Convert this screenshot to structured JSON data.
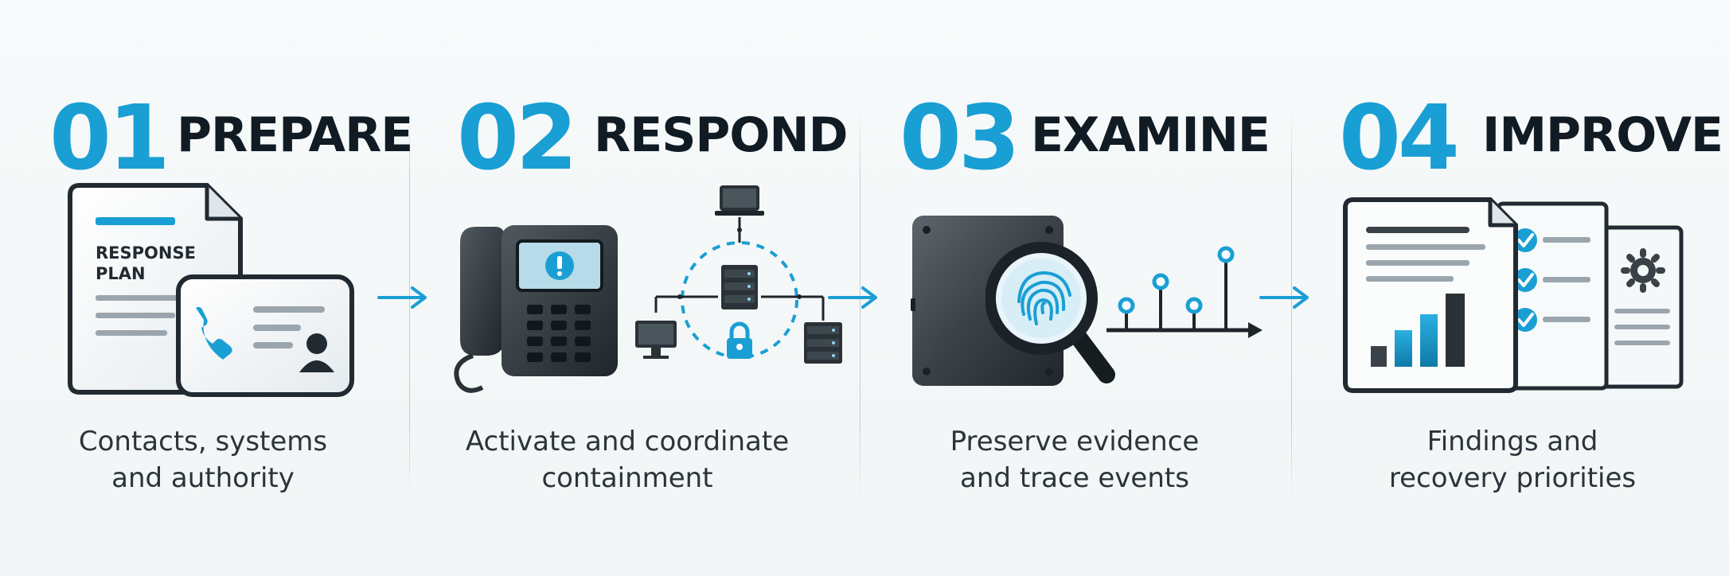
{
  "steps": [
    {
      "number": "01",
      "title": "PREPARE",
      "desc_line1": "Contacts, systems",
      "desc_line2": "and authority",
      "doc_label_line1": "RESPONSE",
      "doc_label_line2": "PLAN"
    },
    {
      "number": "02",
      "title": "RESPOND",
      "desc_line1": "Activate and coordinate",
      "desc_line2": "containment"
    },
    {
      "number": "03",
      "title": "EXAMINE",
      "desc_line1": "Preserve evidence",
      "desc_line2": "and trace events"
    },
    {
      "number": "04",
      "title": "IMPROVE",
      "desc_line1": "Findings and",
      "desc_line2": "recovery priorities"
    }
  ],
  "colors": {
    "accent": "#1a9fd4",
    "title": "#111b24",
    "text": "#2b333b"
  },
  "icons": [
    "response-plan-document-icon",
    "contact-card-icon",
    "desk-phone-icon",
    "network-lock-icon",
    "hard-drive-icon",
    "fingerprint-magnifier-icon",
    "timeline-icon",
    "report-chart-icon",
    "checklist-icon",
    "settings-document-icon"
  ]
}
